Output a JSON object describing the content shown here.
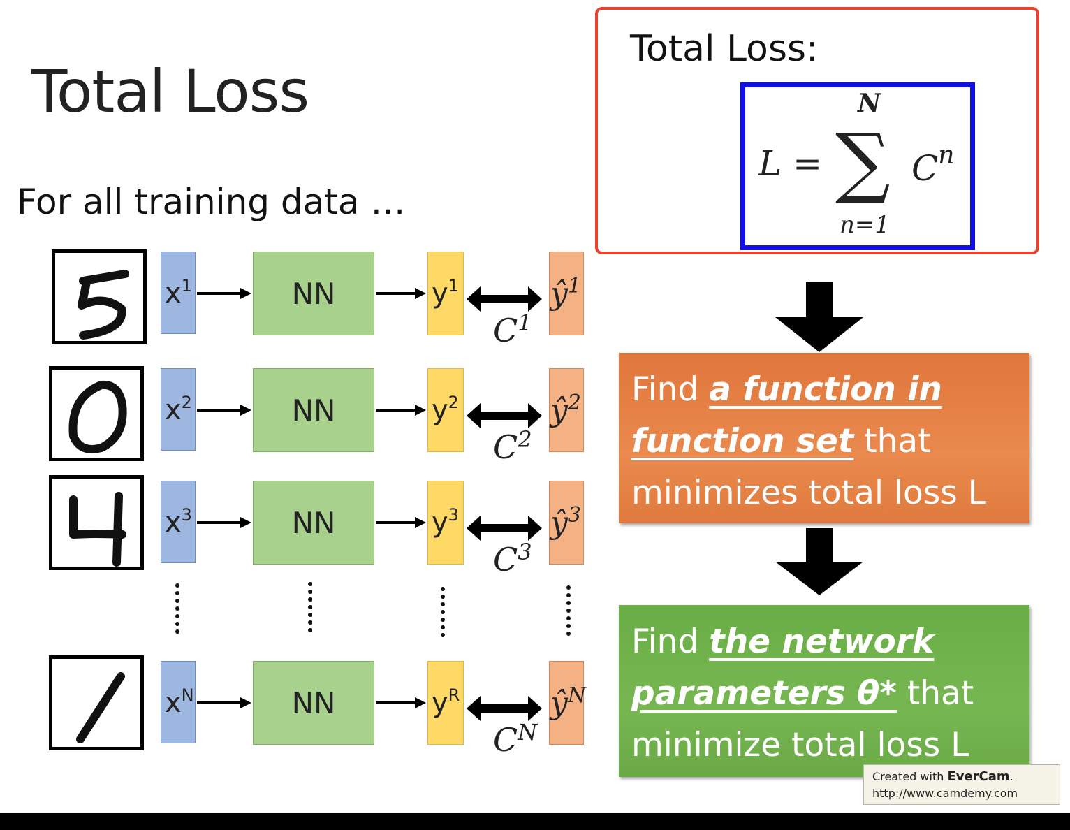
{
  "slide": {
    "title": "Total Loss",
    "subtitle": "For all training data …"
  },
  "rows": [
    {
      "digit": "5",
      "x_label": "x",
      "x_sup": "1",
      "nn_label": "NN",
      "y_label": "y",
      "y_sup": "1",
      "c_label": "C",
      "c_sup": "1",
      "yhat_label": "ŷ",
      "yhat_sup": "1"
    },
    {
      "digit": "0",
      "x_label": "x",
      "x_sup": "2",
      "nn_label": "NN",
      "y_label": "y",
      "y_sup": "2",
      "c_label": "C",
      "c_sup": "2",
      "yhat_label": "ŷ",
      "yhat_sup": "2"
    },
    {
      "digit": "4",
      "x_label": "x",
      "x_sup": "3",
      "nn_label": "NN",
      "y_label": "y",
      "y_sup": "3",
      "c_label": "C",
      "c_sup": "3",
      "yhat_label": "ŷ",
      "yhat_sup": "3"
    },
    {
      "digit": "1",
      "x_label": "x",
      "x_sup": "N",
      "nn_label": "NN",
      "y_label": "y",
      "y_sup": "R",
      "c_label": "C",
      "c_sup": "N",
      "yhat_label": "ŷ",
      "yhat_sup": "N"
    }
  ],
  "loss_box": {
    "heading": "Total Loss:",
    "formula_lhs": "L =",
    "sum_symbol": "∑",
    "sum_upper": "N",
    "sum_lower": "n=1",
    "term": "C",
    "term_sup": "n"
  },
  "step1": {
    "prefix": "Find ",
    "emph": "a function in function set",
    "suffix": " that minimizes total loss L"
  },
  "step2": {
    "prefix": "Find ",
    "emph": "the network parameters θ*",
    "suffix": " that minimize total loss L"
  },
  "watermark": {
    "line1_prefix": "Created with ",
    "line1_brand": "EverCam",
    "line1_suffix": ".",
    "line2": "http://www.camdemy.com"
  },
  "colors": {
    "x_box": "#9db7e0",
    "nn_box": "#a9d18e",
    "y_box": "#ffd966",
    "yhat_box": "#f4b183",
    "red_border": "#e8432f",
    "blue_border": "#1010e6",
    "step1_bg": "#e67e43",
    "step2_bg": "#70b34b"
  },
  "icons": [
    "arrow-right-icon",
    "double-arrow-icon",
    "arrow-down-icon",
    "vertical-ellipsis-icon"
  ]
}
